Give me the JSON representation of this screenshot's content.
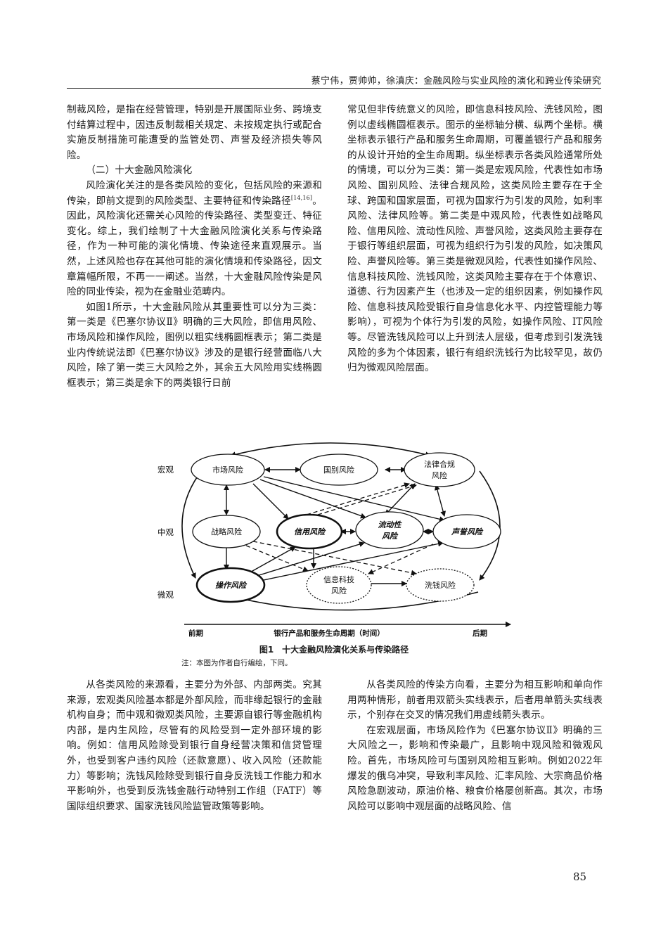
{
  "header": {
    "running_title": "蔡宁伟，贾帅帅，徐滇庆：金融风险与实业风险的演化和跨业传染研究"
  },
  "col_top_left": {
    "p1": "制裁风险，是指在经营管理，特别是开展国际业务、跨境支付结算过程中，因违反制裁相关规定、未按规定执行或配合实施反制措施可能遭受的监管处罚、声誉及经济损失等风险。",
    "heading": "（二）十大金融风险演化",
    "p2a": "风险演化关注的是各类风险的变化，包括风险的来源和传染，即前文提到的风险类型、主要特征和传染路径",
    "p2_ref": "[14,16]",
    "p2b": "。因此，风险演化还需关心风险的传染路径、类型变迁、特征变化。综上，我们绘制了十大金融风险演化关系与传染路径，作为一种可能的演化情境、传染途径来直观展示。当然，上述风险也存在其他可能的演化情境和传染路径，因文章篇幅所限，不再一一阐述。当然，十大金融风险传染是风险的同业传染，视为在金融业范畴内。",
    "p3": "如图1所示，十大金融风险从其重要性可以分为三类：第一类是《巴塞尔协议Ⅱ》明确的三大风险，即信用风险、市场风险和操作风险，图例以粗实线椭圆框表示；第二类是业内传统说法即《巴塞尔协议》涉及的是银行经营面临八大风险，除了第一类三大风险之外，其余五大风险用实线椭圆框表示；第三类是余下的两类银行日前"
  },
  "col_top_right": {
    "p1": "常见但非传统意义的风险，即信息科技风险、洗钱风险，图例以虚线椭圆框表示。图示的坐标轴分横、纵两个坐标。横坐标表示银行产品和服务生命周期，可覆盖银行产品和服务的从设计开始的全生命周期。纵坐标表示各类风险通常所处的情境，可以分为三类：第一类是宏观风险，代表性如市场风险、国别风险、法律合规风险，这类风险主要存在于全球、跨国和国家层面，可视为国家行为引发的风险，如利率风险、法律风险等。第二类是中观风险，代表性如战略风险、信用风险、流动性风险、声誉风险，这类风险主要存在于银行等组织层面，可视为组织行为引发的风险，如决策风险、声誉风险等。第三类是微观风险，代表性如操作风险、信息科技风险、洗钱风险，这类风险主要存在于个体意识、道德、行为因素产生（也涉及一定的组织因素，例如操作风险、信息科技风险受银行自身信息化水平、内控管理能力等影响），可视为个体行为引发的风险，如操作风险、IT风险等。尽管洗钱风险可以上升到法人层级，但考虑到引发洗钱风险的多为个体因素，银行有组织洗钱行为比较罕见，故仍归为微观风险层面。"
  },
  "figure": {
    "levels": {
      "macro": "宏观",
      "meso": "中观",
      "micro": "微观"
    },
    "nodes": {
      "market": "市场风险",
      "country": "国别风险",
      "legal_l1": "法律合规",
      "legal_l2": "风险",
      "strategy": "战略风险",
      "credit": "信用风险",
      "liquidity_l1": "流动性",
      "liquidity_l2": "风险",
      "reputation": "声誉风险",
      "operational": "操作风险",
      "it_l1": "信息科技",
      "it_l2": "风险",
      "aml": "洗钱风险"
    },
    "axis": {
      "start": "前期",
      "label": "银行产品和服务生命周期（时间）",
      "end": "后期"
    },
    "caption": "图1　十大金融风险演化关系与传染路径",
    "note": "注：本图为作者自行编绘，下同。"
  },
  "col_bottom_left": {
    "p1": "从各类风险的来源看，主要分为外部、内部两类。究其来源，宏观类风险基本都是外部风险，而非缘起银行的金融机构自身；而中观和微观类风险，主要源自银行等金融机构内部，是内生风险，尽管有的风险受到一定外部环境的影响。例如：信用风险除受到银行自身经营决策和信贷管理外，也受到客户违约风险（还款意愿）、收入风险（还款能力）等影响；洗钱风险除受到银行自身反洗钱工作能力和水平影响外，也受到反洗钱金融行动特别工作组（FATF）等国际组织要求、国家洗钱风险监管政策等影响。"
  },
  "col_bottom_right": {
    "p1": "从各类风险的传染方向看，主要分为相互影响和单向作用两种情形，前者用双箭头实线表示，后者用单箭头实线表示，个别存在交叉的情况我们用虚线箭头表示。",
    "p2": "在宏观层面，市场风险作为《巴塞尔协议Ⅱ》明确的三大风险之一，影响和传染最广，且影响中观风险和微观风险。首先，市场风险可与国别风险相互影响。例如2022年爆发的俄乌冲突，导致利率风险、汇率风险、大宗商品价格风险急剧波动，原油价格、粮食价格屡创新高。其次，市场风险可以影响中观层面的战略风险、信"
  },
  "page_number": "85"
}
